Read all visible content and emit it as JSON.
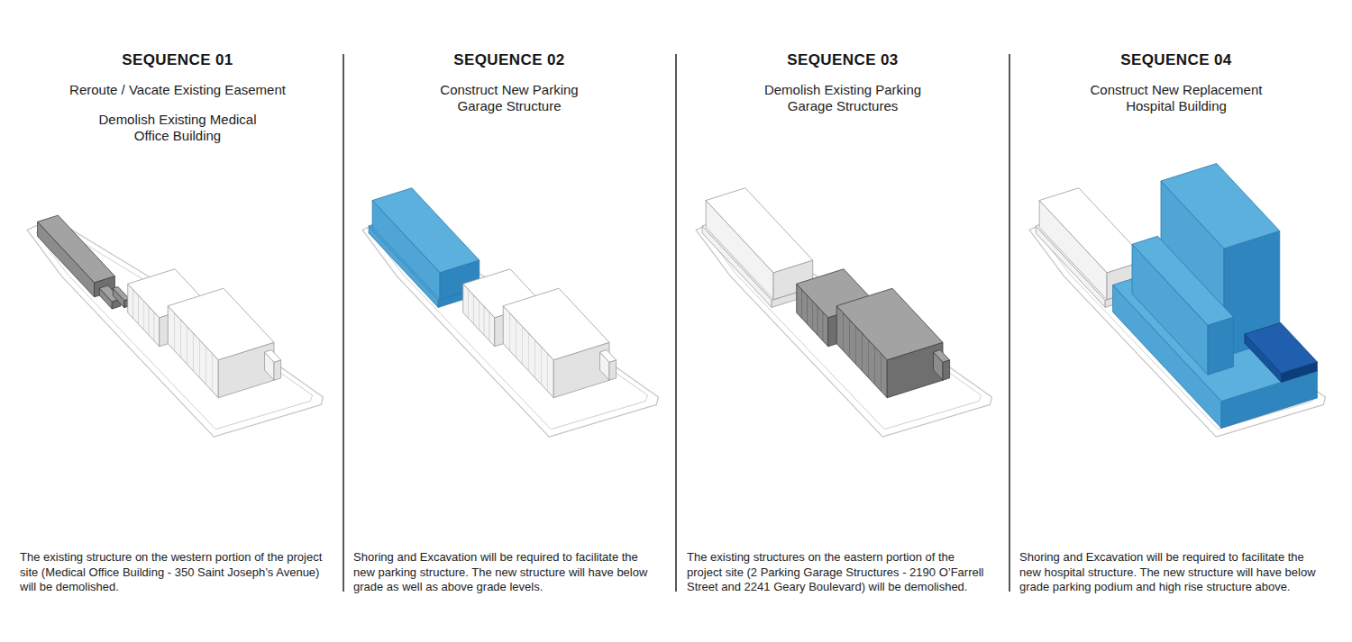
{
  "diagram": {
    "labels": [
      "SEQUENCE 01",
      "Reroute / Vacate Existing Easement",
      "Demolish Existing Medical Office Building",
      "The existing structure on the western portion of the project site (Medical Office Building - 350 Saint Joseph’s Avenue) will be demolished.",
      "SEQUENCE 02",
      "Construct New Parking Garage Structure",
      "Shoring and Excavation will be required to facilitate the new parking structure. The new structure will have below grade as well as above grade levels.",
      "SEQUENCE 03",
      "Demolish Existing Parking Garage Structures",
      "The existing structures on the eastern portion of the project site (2 Parking Garage Structures - 2190 O’Farrell Street and 2241 Geary Boulevard) will be demolished.",
      "SEQUENCE 04",
      "Construct New Replacement Hospital Building",
      "Shoring and Excavation will be required to facilitate the new hospital structure. The new structure will have below grade parking podium and high rise structure above."
    ]
  }
}
